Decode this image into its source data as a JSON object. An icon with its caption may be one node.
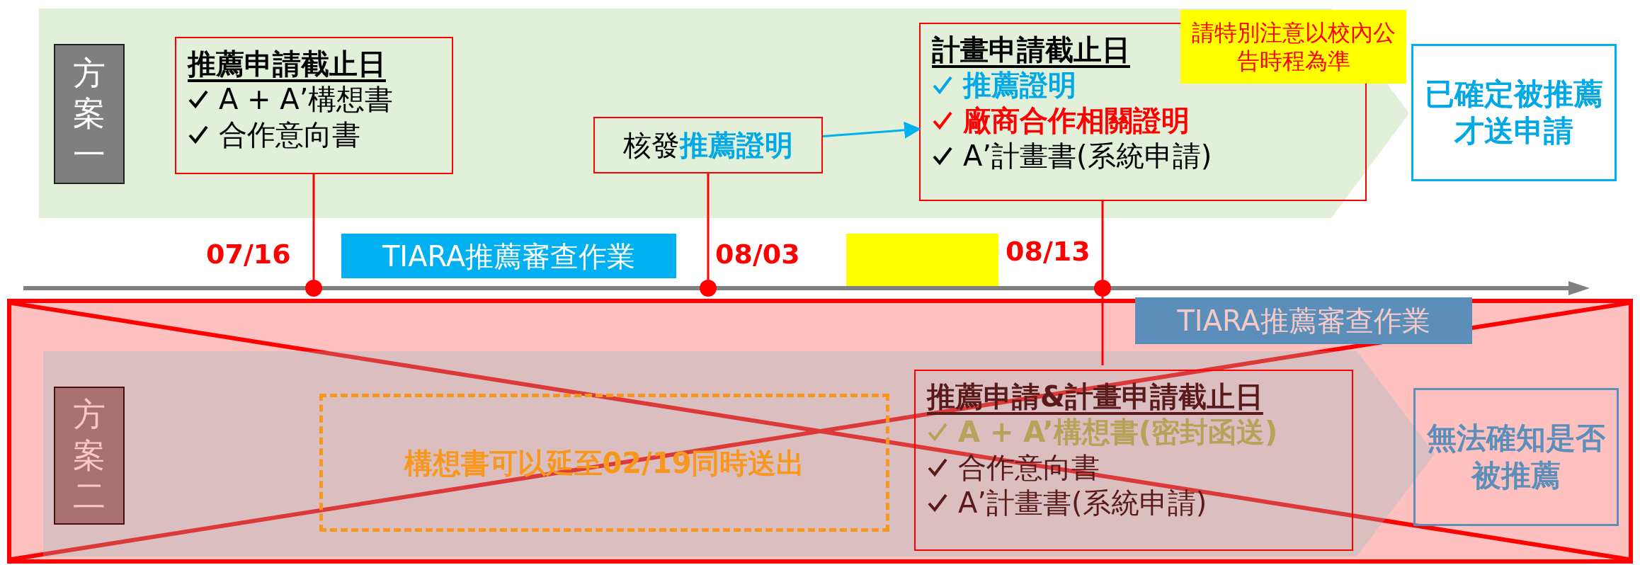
{
  "diagram": {
    "nodes": [
      {
        "text": [],
        "shape": "band"
      },
      {
        "text": [
          "方案一"
        ],
        "in": 0
      },
      {
        "text": [
          "推薦申請截止日",
          "A + A’構想書",
          "合作意向書"
        ],
        "in": 0
      },
      {
        "text": [
          "核發**推薦證明**"
        ],
        "in": 0
      },
      {
        "text": [
          "計畫申請截止日",
          "推薦證明",
          "廠商合作相關證明",
          "A’計畫書(系統申請)"
        ],
        "in": 0
      },
      {
        "text": [
          "請特別注意以校內公告時程為準"
        ],
        "in": 0
      },
      {
        "text": [
          "已確定被推薦才送申請"
        ]
      },
      {
        "text": [],
        "shape": "circle",
        "beside": [
          "07/16"
        ]
      },
      {
        "text": [],
        "shape": "circle",
        "beside": [
          "08/03"
        ]
      },
      {
        "text": [],
        "shape": "circle",
        "beside": [
          "08/13"
        ]
      },
      {
        "text": [
          "TIARA推薦審查作業"
        ]
      },
      {
        "text": [],
        "shape": "box"
      },
      {
        "text": [],
        "shape": "box"
      },
      {
        "text": [],
        "shape": "band",
        "in": 12
      },
      {
        "text": [
          "TIARA推薦審查作業"
        ],
        "in": 12
      },
      {
        "text": [
          "方案二"
        ],
        "in": 13
      },
      {
        "text": [
          "構想書可以延至02/19同時送出"
        ],
        "in": 13
      },
      {
        "text": [
          "推薦申請&計畫申請截止日",
          "A + A’構想書(密封函送)",
          "合作意向書",
          "A’計畫書(系統申請)"
        ],
        "in": 13
      },
      {
        "text": [
          "無法確知是否被推薦"
        ],
        "in": 12
      }
    ],
    "edges": [
      {
        "from": 2,
        "to": 7,
        "arrow": "none"
      },
      {
        "from": 3,
        "to": 8,
        "arrow": "none"
      },
      {
        "from": 4,
        "to": 9,
        "arrow": "none"
      },
      {
        "from": 3,
        "to": 4,
        "arrow": "to",
        "color": "#00b0f0"
      },
      {
        "from": 17,
        "to": 9,
        "arrow": "none"
      }
    ]
  }
}
